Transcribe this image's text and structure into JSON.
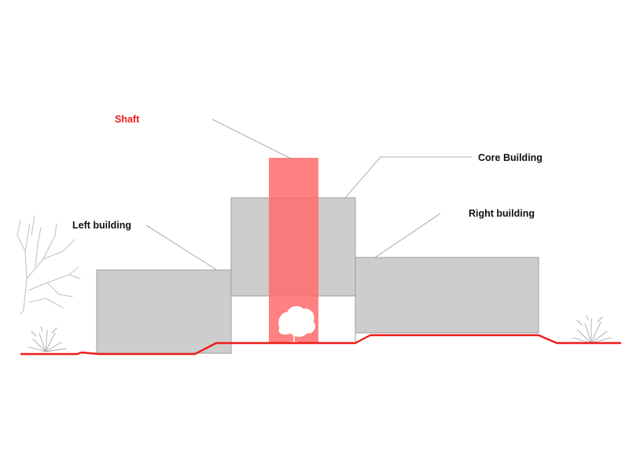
{
  "labels": {
    "shaft": "Shaft",
    "core_building": "Core Building",
    "left_building": "Left building",
    "right_building": "Right building"
  },
  "colors": {
    "shaft": "#ff6b6b",
    "ground_line": "#ee1c1c",
    "building_fill": "#cdcdcd",
    "building_stroke": "#9d9d9d",
    "leader_line": "#9a9a9a",
    "label_text": "#111111",
    "shaft_label_text": "#ee1c1c"
  }
}
